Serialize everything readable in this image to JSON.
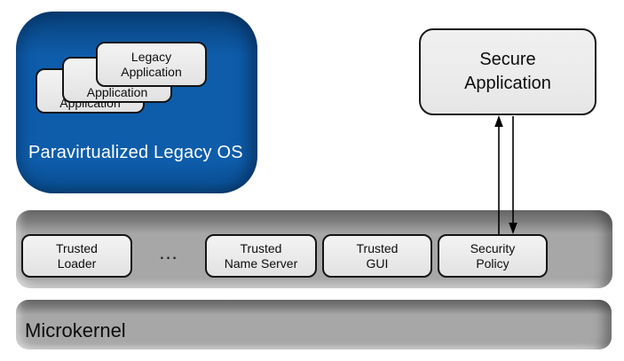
{
  "diagram": {
    "background": "#ffffff",
    "colors": {
      "legacy_os_blue": "#0e5dab",
      "legacy_os_blue_edge": "#083d72",
      "bar_gray": "#a7a7a7",
      "bar_gray_edge": "#696969",
      "chip_fill": "#ececec",
      "chip_border": "#151515",
      "os_label_text": "#ffffff",
      "text": "#0d0d0d",
      "arrow": "#000000"
    },
    "legacy_os": {
      "label": "Paravirtualized Legacy OS",
      "applications": [
        {
          "label": "Legacy\nApplication"
        },
        {
          "label": "Legacy\nApplication"
        },
        {
          "label": "Legacy\nApplication"
        }
      ]
    },
    "secure_application": {
      "label": "Secure\nApplication"
    },
    "services_bar": {
      "ellipsis": "...",
      "items": [
        {
          "label": "Trusted\nLoader"
        },
        {
          "label": "Trusted\nName Server"
        },
        {
          "label": "Trusted\nGUI"
        },
        {
          "label": "Security\nPolicy"
        }
      ]
    },
    "microkernel": {
      "label": "Microkernel"
    }
  }
}
